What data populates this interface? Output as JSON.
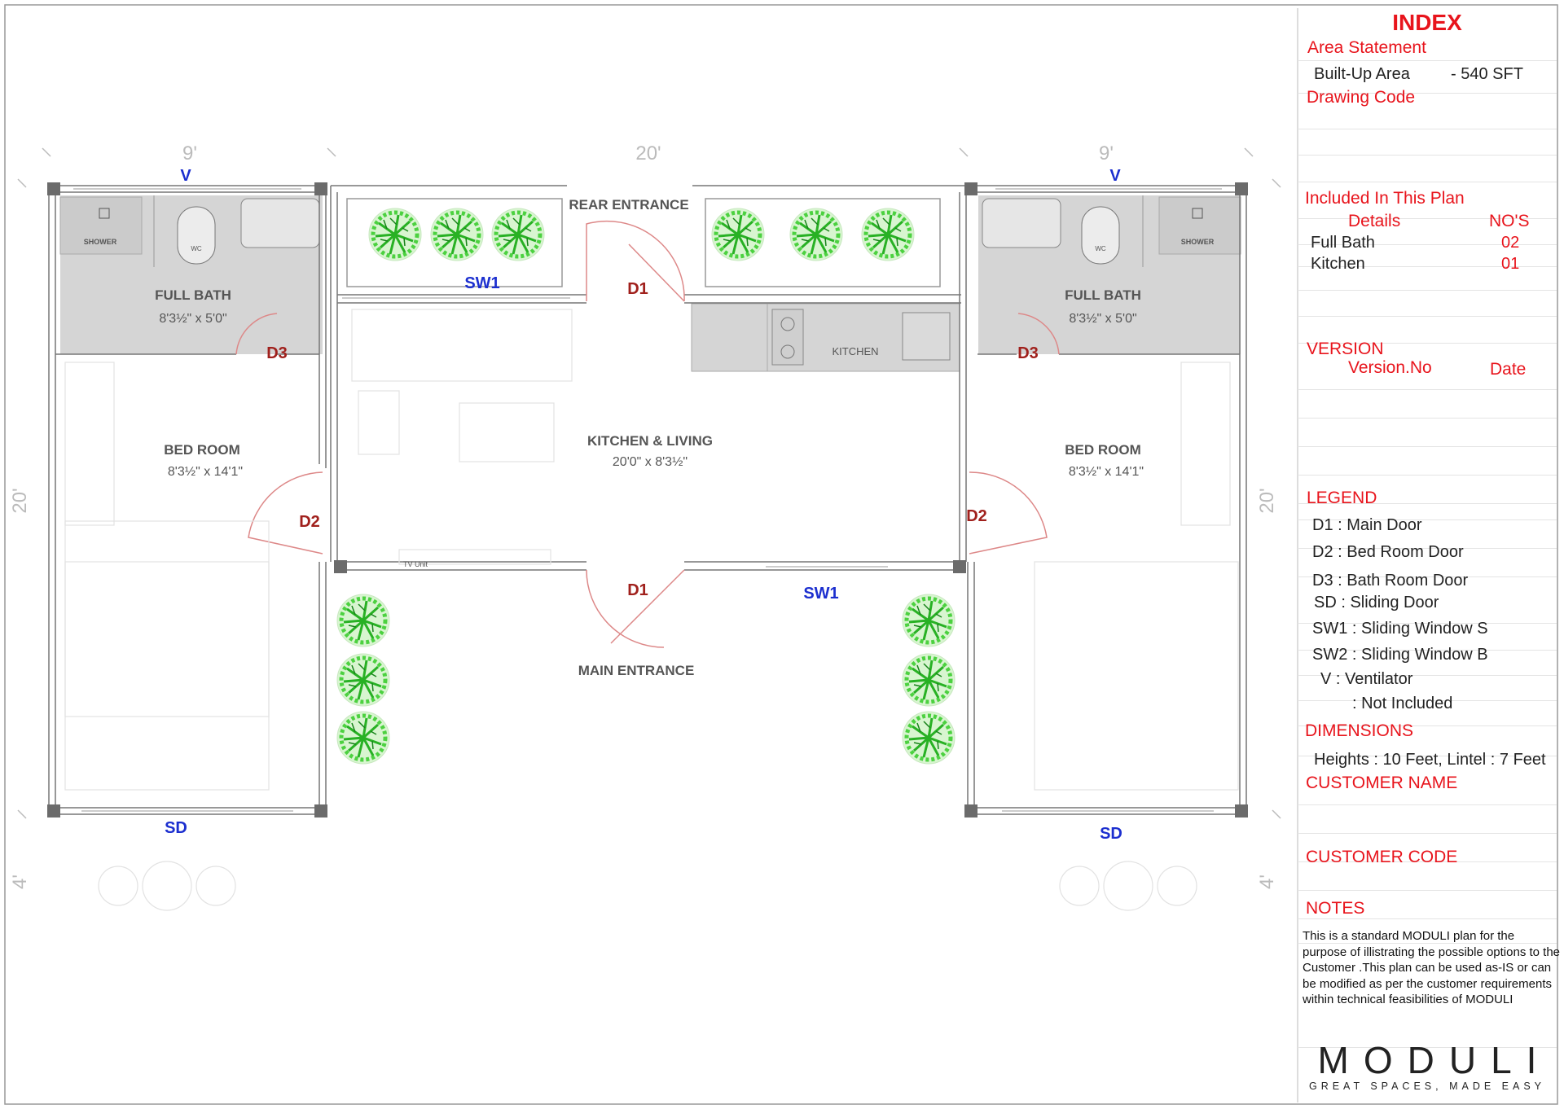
{
  "dims": {
    "top_left": "9'",
    "top_mid": "20'",
    "top_right": "9'",
    "left": "20'",
    "right": "20'",
    "left_bottom": "4'",
    "right_bottom": "4'"
  },
  "labels": {
    "v_left": "V",
    "v_right": "V",
    "rear_entrance": "REAR ENTRANCE",
    "main_entrance": "MAIN ENTRANCE",
    "sw1_top": "SW1",
    "sw1_bottom": "SW1",
    "d1_top": "D1",
    "d1_bottom": "D1",
    "d2_left": "D2",
    "d2_right": "D2",
    "d3_left": "D3",
    "d3_right": "D3",
    "sd_left": "SD",
    "sd_right": "SD",
    "kitchen": "KITCHEN",
    "tv_unit": "TV Unit",
    "shower_left": "SHOWER",
    "shower_right": "SHOWER",
    "wc_left": "WC",
    "wc_right": "WC"
  },
  "rooms": {
    "bath_left": {
      "name": "FULL BATH",
      "size": "8'3½\" x 5'0\""
    },
    "bath_right": {
      "name": "FULL BATH",
      "size": "8'3½\" x 5'0\""
    },
    "bed_left": {
      "name": "BED ROOM",
      "size": "8'3½\" x 14'1\""
    },
    "bed_right": {
      "name": "BED ROOM",
      "size": "8'3½\" x 14'1\""
    },
    "living": {
      "name": "KITCHEN & LIVING",
      "size": "20'0\" x 8'3½\""
    }
  },
  "index": {
    "title": "INDEX",
    "area_statement": "Area Statement",
    "built_up_label": "Built-Up  Area",
    "built_up_value": "- 540 SFT",
    "drawing_code": "Drawing Code",
    "included": "Included In This Plan",
    "details": "Details",
    "nos": "NO'S",
    "items": [
      {
        "name": "Full Bath",
        "count": "02"
      },
      {
        "name": "Kitchen",
        "count": "01"
      }
    ],
    "version": "VERSION",
    "version_no": "Version.No",
    "date": "Date",
    "legend": "LEGEND",
    "legend_items": [
      "D1 : Main Door",
      "D2 : Bed Room Door",
      "D3 : Bath Room Door",
      "SD : Sliding Door",
      "SW1 : Sliding Window S",
      "SW2 : Sliding Window B",
      "V    : Ventilator",
      ": Not Included"
    ],
    "dimensions": "DIMENSIONS",
    "heights": "Heights : 10 Feet, Lintel : 7 Feet",
    "customer_name": "CUSTOMER NAME",
    "customer_code": "CUSTOMER CODE",
    "notes": "NOTES",
    "notes_text": "This is a standard MODULI plan for the purpose of illistrating the possible options to the Customer .This plan can be used as-IS or can be modified as per the customer requirements within technical feasibilities of MODULI",
    "brand": "MODULI",
    "tagline": "GREAT SPACES, MADE EASY"
  },
  "colors": {
    "index_red": "#e8141c",
    "door_label": "#a0201c",
    "window_label": "#1c2fcf",
    "wet_area": "#d5d5d5",
    "plant": "#2fc42a"
  }
}
